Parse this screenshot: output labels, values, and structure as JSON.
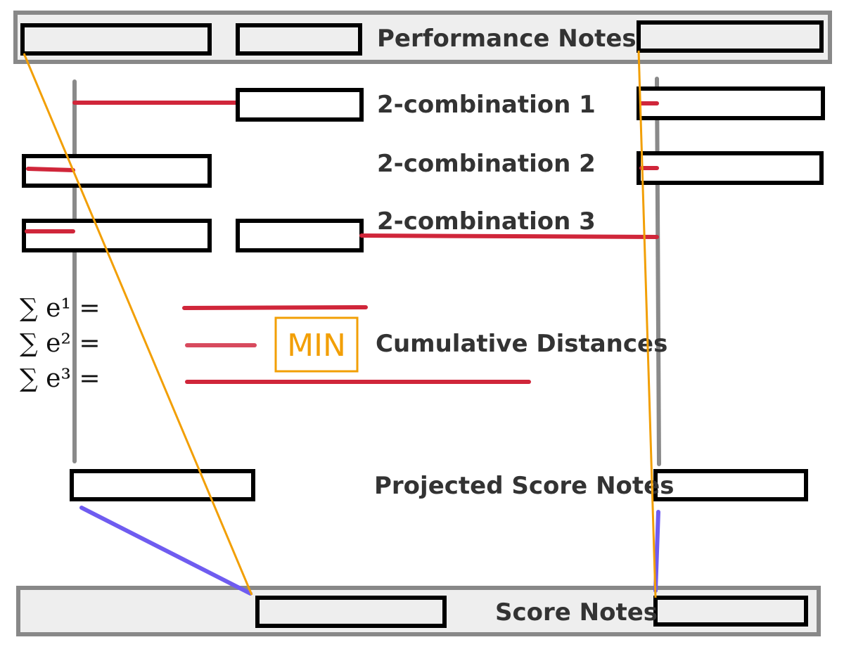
{
  "labels": {
    "performance_notes": "Performance Notes",
    "combo_1": "2-combination 1",
    "combo_2": "2-combination 2",
    "combo_3": "2-combination 3",
    "cumulative_distances": "Cumulative Distances",
    "projected_score_notes": "Projected Score Notes",
    "score_notes": "Score Notes",
    "min": "MIN"
  },
  "equations": {
    "e1": "∑ e¹  =",
    "e2": "∑ e²  =",
    "e3": "∑ e³  ="
  },
  "colors": {
    "distance": "#d0263a",
    "mapping": "#f29f05",
    "projection": "#6f5cf0",
    "axis": "#8a8a8a",
    "lane": "#eeeeee"
  }
}
